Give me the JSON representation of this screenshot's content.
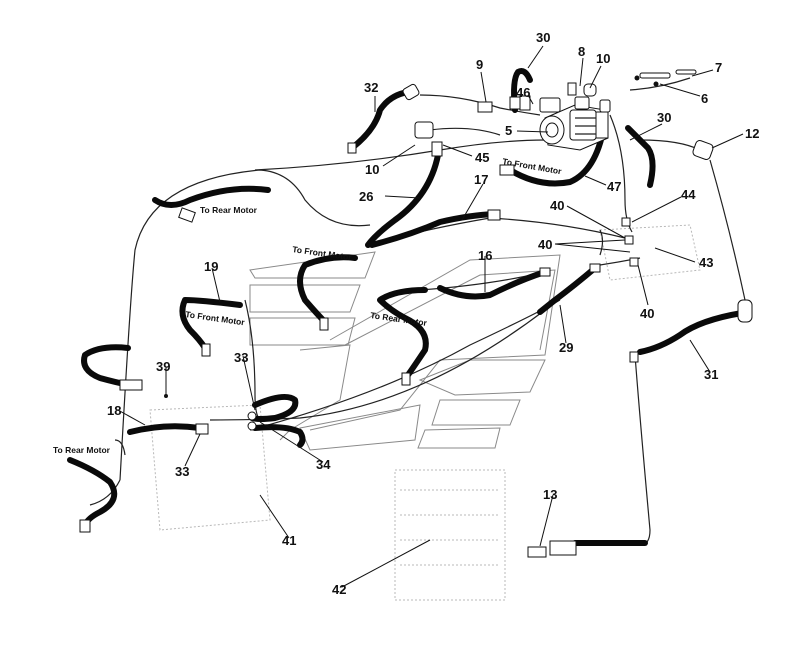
{
  "callouts": {
    "n30a": "30",
    "n8": "8",
    "n10a": "10",
    "n9": "9",
    "n46": "46",
    "n7": "7",
    "n6": "6",
    "n32": "32",
    "n5": "5",
    "n30b": "30",
    "n12": "12",
    "n10b": "10",
    "n45": "45",
    "n26": "26",
    "n17": "17",
    "n47": "47",
    "n44": "44",
    "n40a": "40",
    "n40b": "40",
    "n43": "43",
    "n40c": "40",
    "n16": "16",
    "n19": "19",
    "n29": "29",
    "n31": "31",
    "n39": "39",
    "n33a": "33",
    "n18": "18",
    "n33b": "33",
    "n34": "34",
    "n41": "41",
    "n13": "13",
    "n42": "42"
  },
  "notes": {
    "rear_motor_1": "To Rear Motor",
    "front_motor_1": "To Front Motor",
    "front_motor_2": "To Front Motor",
    "front_motor_3": "To Front Motor",
    "rear_motor_2": "To Rear Motor",
    "rear_motor_3": "To Rear Motor"
  }
}
